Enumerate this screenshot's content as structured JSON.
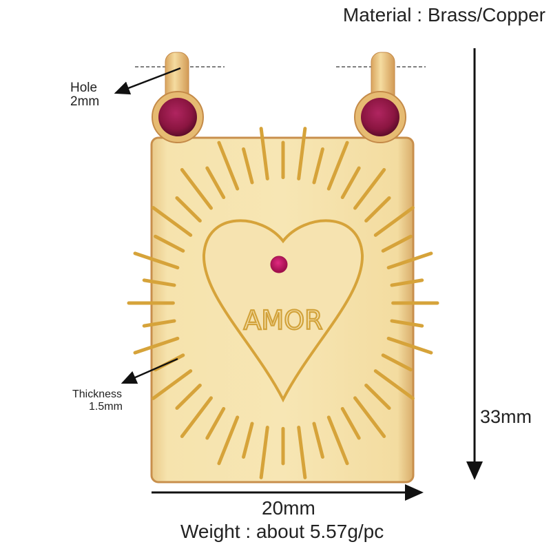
{
  "header": {
    "material": "Material : Brass/Copper"
  },
  "annotations": {
    "hole": {
      "label": "Hole",
      "value": "2mm"
    },
    "thickness": {
      "label": "Thickness",
      "value": "1.5mm"
    },
    "height": "33mm",
    "width": "20mm",
    "weight": "Weight : about 5.57g/pc"
  },
  "pendant": {
    "engraving": "AMOR",
    "shape": "rectangular tag with radiant heart",
    "colors": {
      "gold_light": "#f3dea5",
      "gold_mid": "#e8c77a",
      "gold_edge": "#c9954f",
      "engrave": "#d7a63a",
      "stone": "#8a1540",
      "center_stone": "#c01060"
    }
  }
}
